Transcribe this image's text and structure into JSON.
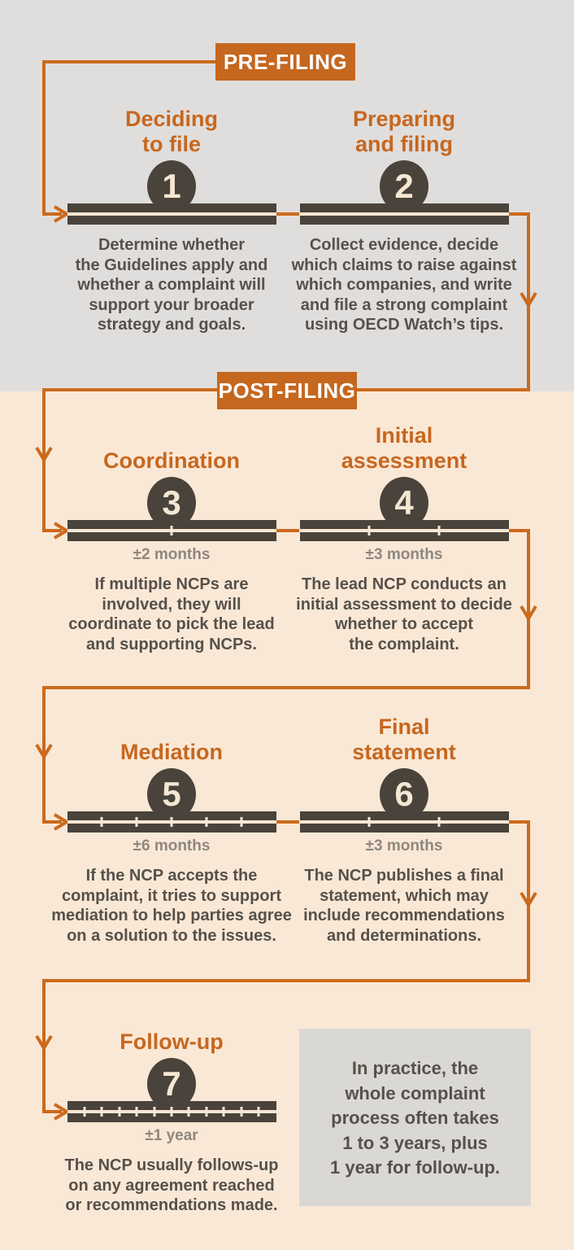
{
  "banners": {
    "pre_filing": "PRE-FILING",
    "post_filing": "POST-FILING"
  },
  "steps": [
    {
      "number": "1",
      "title": "Deciding\nto file",
      "duration": "",
      "ticks": 0,
      "description": "Determine whether\nthe Guidelines apply and\nwhether a complaint will\nsupport your broader\nstrategy and goals."
    },
    {
      "number": "2",
      "title": "Preparing\nand filing",
      "duration": "",
      "ticks": 0,
      "description": "Collect evidence, decide\nwhich claims to raise against\nwhich companies, and write\nand file a strong complaint\nusing OECD Watch’s tips."
    },
    {
      "number": "3",
      "title": "Coordination",
      "duration": "±2 months",
      "ticks": 1,
      "description": "If multiple NCPs are\ninvolved, they will\ncoordinate to pick the lead\nand supporting NCPs."
    },
    {
      "number": "4",
      "title": "Initial\nassessment",
      "duration": "±3 months",
      "ticks": 2,
      "description": "The lead NCP conducts an\ninitial assessment to decide\nwhether to accept\nthe complaint."
    },
    {
      "number": "5",
      "title": "Mediation",
      "duration": "±6 months",
      "ticks": 5,
      "description": "If the NCP accepts the\ncomplaint, it tries to support\nmediation to help parties agree\non a solution to the issues."
    },
    {
      "number": "6",
      "title": "Final\nstatement",
      "duration": "±3 months",
      "ticks": 2,
      "description": "The NCP publishes a final\nstatement, which may\ninclude recommendations\nand determinations."
    },
    {
      "number": "7",
      "title": "Follow-up",
      "duration": "±1 year",
      "ticks": 11,
      "description": "The NCP usually follows-up\non any agreement reached\nor recommendations made."
    }
  ],
  "note": {
    "text": "In practice, the\nwhole complaint\nprocess often takes\n1 to 3 years, plus\n1 year for follow-up."
  },
  "colors": {
    "accent_orange": "#c5671e",
    "flow_line_orange": "#cb6a1c",
    "dark_bar": "#49433b",
    "cream": "#f5e7d3",
    "gray_background": "#e0dedc",
    "peach_background": "#fae8d6",
    "note_background": "#dad8d5",
    "body_text": "#56514a",
    "duration_text": "#8d887f"
  }
}
